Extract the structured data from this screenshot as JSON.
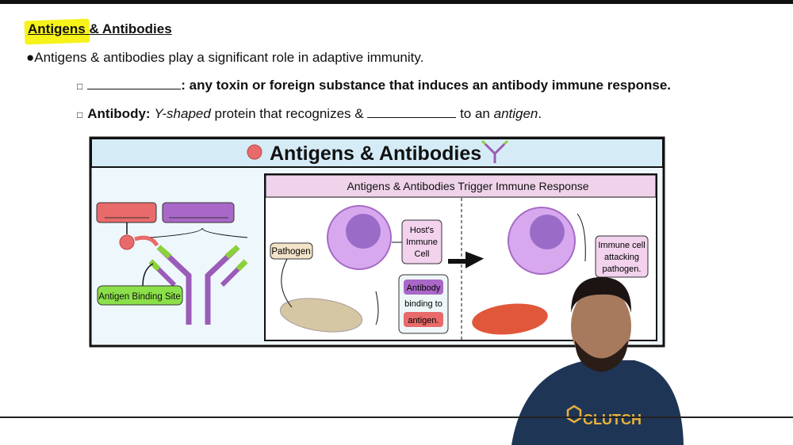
{
  "notes": {
    "title": "Antigens & Antibodies",
    "bullet": "●Antigens & antibodies play a significant role in adaptive immunity.",
    "item1": {
      "checkbox": "□",
      "after_blank": ": any toxin or foreign substance that induces an antibody immune response."
    },
    "item2": {
      "checkbox": "□",
      "term": "Antibody:",
      "italic1": "Y-shaped",
      "text1": " protein that recognizes & ",
      "text2": " to an ",
      "italic2": "antigen",
      "end": "."
    }
  },
  "figure": {
    "title": "Antigens & Antibodies",
    "left_panel": {
      "binding_site_label": "Antigen Binding Site"
    },
    "right_panel": {
      "title": "Antigens & Antibodies Trigger Immune Response",
      "pathogen_label": "Pathogen",
      "host_cell_label": [
        "Host's",
        "Immune",
        "Cell"
      ],
      "binding_label": {
        "antibody": "Antibody",
        "middle": "binding to",
        "antigen": "antigen."
      },
      "attacking_label": [
        "Immune cell",
        "attacking",
        "pathogen."
      ]
    }
  },
  "presenter": {
    "shirt_logo": "CLUTCH"
  },
  "colors": {
    "highlight": "#f6f21a",
    "header_blue": "#d5ecf7",
    "antigen_red": "#e96a6a",
    "antibody_purple": "#9b5bb8",
    "binding_green": "#8bd13a",
    "panel_pink": "#efd3ea"
  }
}
